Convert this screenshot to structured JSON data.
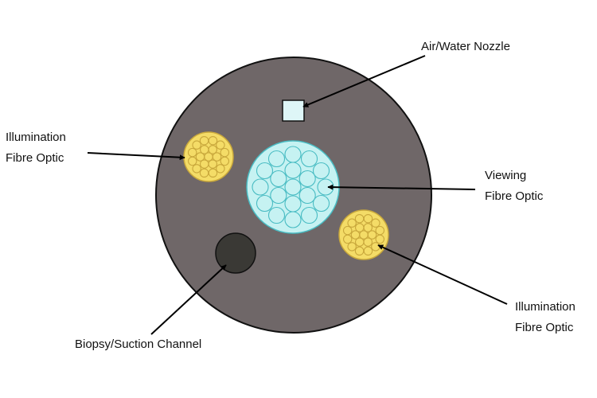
{
  "labels": {
    "air_water_nozzle": "Air/Water Nozzle",
    "illumination_left": {
      "line1": "Illumination",
      "line2": "Fibre Optic"
    },
    "viewing": {
      "line1": "Viewing",
      "line2": "Fibre Optic"
    },
    "illumination_right": {
      "line1": "Illumination",
      "line2": "Fibre Optic"
    },
    "biopsy_suction": "Biopsy/Suction Channel"
  },
  "colors": {
    "body": "#6f6768",
    "outline": "#111111",
    "illumination_fill": "#f4dc67",
    "illumination_stroke": "#c9a83c",
    "viewing_fill": "#c6f2f2",
    "viewing_stroke": "#49bcc3",
    "nozzle_fill": "#def6f7",
    "channel_fill": "#3a3935",
    "arrow": "#000000"
  },
  "icons": {
    "endoscope_tip": "endoscope-cross-section",
    "arrow": "arrow-pointer"
  }
}
